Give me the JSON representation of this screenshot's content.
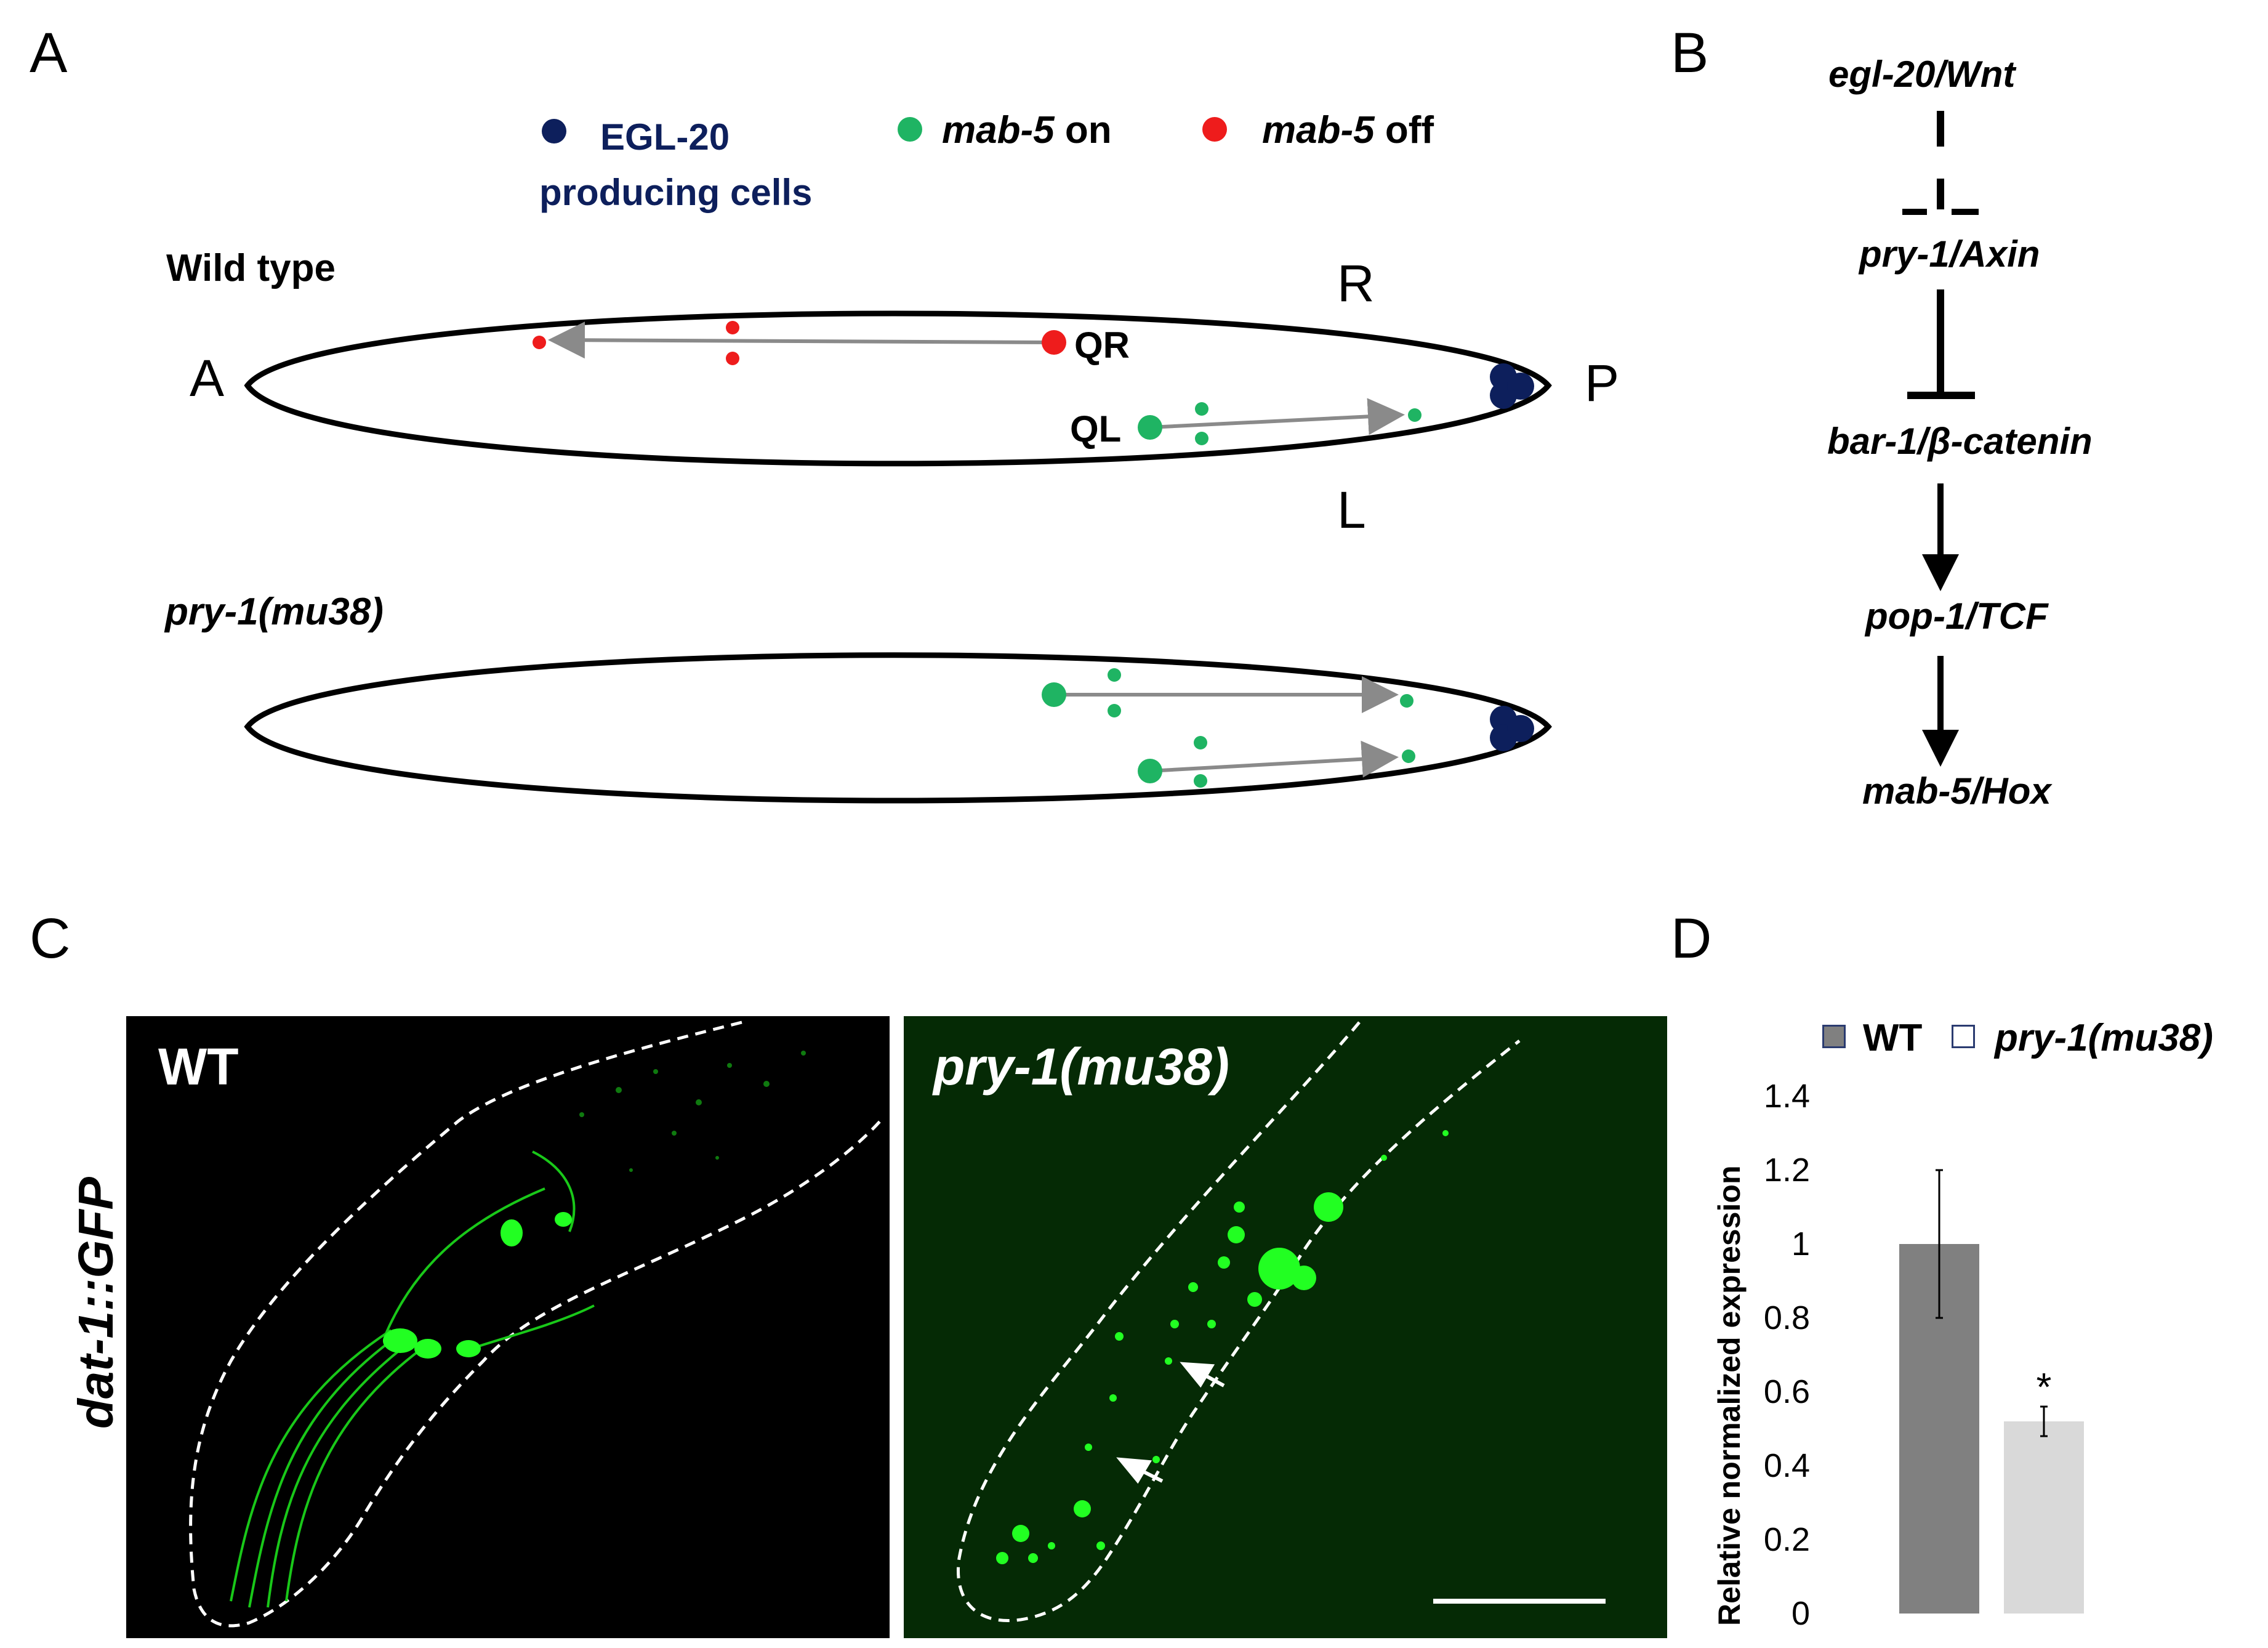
{
  "panels": {
    "a": "A",
    "b": "B",
    "c": "C",
    "d": "D"
  },
  "panel_a": {
    "legend": {
      "egl20_line1": "EGL-20",
      "egl20_line2": "producing cells",
      "mab5_on_gene": "mab-5",
      "mab5_on_suffix": " on",
      "mab5_off_gene": "mab-5",
      "mab5_off_suffix": " off"
    },
    "wild_type_label": "Wild type",
    "mutant_label": "pry-1(mu38)",
    "axis_labels": {
      "anterior": "A",
      "posterior": "P",
      "right": "R",
      "left": "L"
    },
    "cell_labels": {
      "qr": "QR",
      "ql": "QL"
    },
    "colors": {
      "egl20": "#0d1f5c",
      "mab5_on": "#1fb463",
      "mab5_off": "#ee1c1c",
      "arrow": "#8a8a8a"
    }
  },
  "panel_b": {
    "pathway": [
      "egl-20/Wnt",
      "pry-1/Axin",
      "bar-1/β-catenin",
      "pop-1/TCF",
      "mab-5/Hox"
    ]
  },
  "panel_c": {
    "row_label": "dat-1::GFP",
    "left_image_label": "WT",
    "right_image_label": "pry-1(mu38)",
    "colors": {
      "background": "#000000",
      "gfp": "#22ff22",
      "outline": "#ffffff"
    }
  },
  "panel_d": {
    "legend": [
      "WT",
      "pry-1(mu38)"
    ],
    "chart_data": {
      "type": "bar",
      "categories": [
        "WT",
        "pry-1(mu38)"
      ],
      "values": [
        1.0,
        0.52
      ],
      "errors": [
        0.2,
        0.04
      ],
      "significance": [
        "",
        "*"
      ],
      "ylabel": "Relative normalized expression",
      "ylim": [
        0,
        1.4
      ],
      "yticks": [
        "0",
        "0.2",
        "0.4",
        "0.6",
        "0.8",
        "1",
        "1.2",
        "1.4"
      ],
      "colors": [
        "#808080",
        "#d9d9d9"
      ]
    }
  }
}
